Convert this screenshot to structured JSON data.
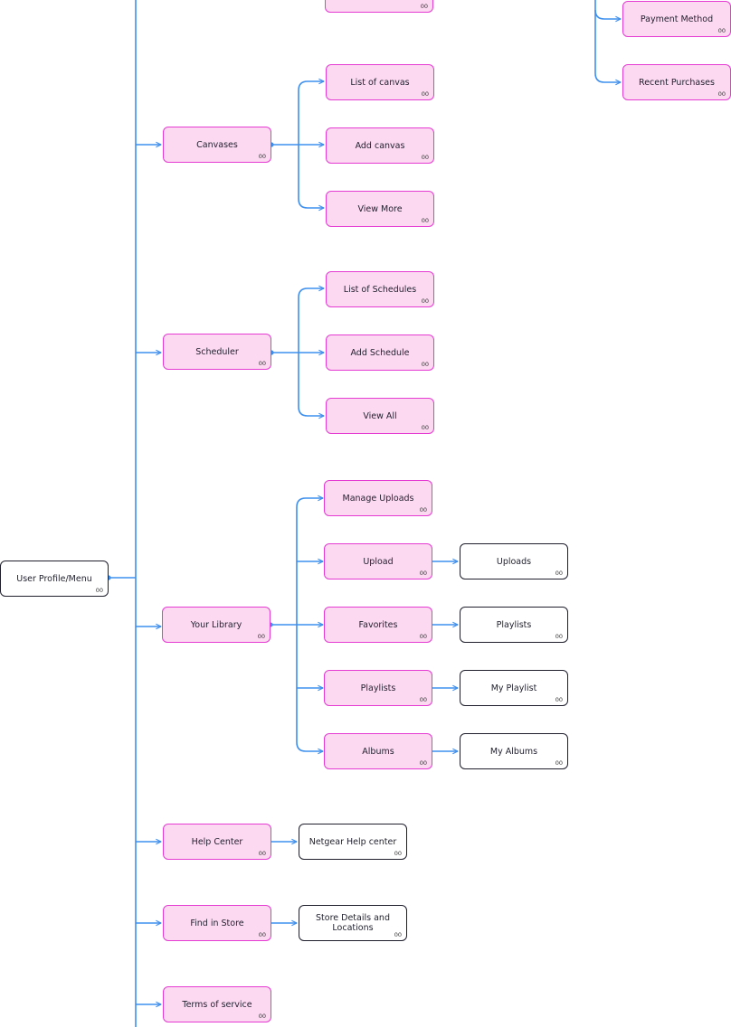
{
  "colors": {
    "connector": "#3d8fef",
    "pink_fill": "#fcd9f1",
    "pink_border": "#e63bd3",
    "white_border": "#1e1e2c"
  },
  "nodes": {
    "root": {
      "label": "User Profile/Menu",
      "num": "00"
    },
    "top_cut": {
      "label": "",
      "num": "00"
    },
    "payment_method": {
      "label": "Payment Method",
      "num": "00"
    },
    "recent_purchases": {
      "label": "Recent Purchases",
      "num": "00"
    },
    "canvases": {
      "label": "Canvases",
      "num": "00"
    },
    "list_of_canvas": {
      "label": "List of canvas",
      "num": "00"
    },
    "add_canvas": {
      "label": "Add canvas",
      "num": "00"
    },
    "view_more": {
      "label": "View More",
      "num": "00"
    },
    "scheduler": {
      "label": "Scheduler",
      "num": "00"
    },
    "list_of_schedules": {
      "label": "List of Schedules",
      "num": "00"
    },
    "add_schedule": {
      "label": "Add Schedule",
      "num": "00"
    },
    "view_all": {
      "label": "View All",
      "num": "00"
    },
    "your_library": {
      "label": "Your Library",
      "num": "00"
    },
    "manage_uploads": {
      "label": "Manage Uploads",
      "num": "00"
    },
    "upload": {
      "label": "Upload",
      "num": "00"
    },
    "uploads": {
      "label": "Uploads",
      "num": "00"
    },
    "favorites": {
      "label": "Favorites",
      "num": "00"
    },
    "playlists_fav": {
      "label": "Playlists",
      "num": "00"
    },
    "playlists": {
      "label": "Playlists",
      "num": "00"
    },
    "my_playlist": {
      "label": "My Playlist",
      "num": "00"
    },
    "albums": {
      "label": "Albums",
      "num": "00"
    },
    "my_albums": {
      "label": "My Albums",
      "num": "00"
    },
    "help_center": {
      "label": "Help Center",
      "num": "00"
    },
    "netgear_help": {
      "label": "Netgear Help center",
      "num": "00"
    },
    "find_in_store": {
      "label": "Find in Store",
      "num": "00"
    },
    "store_details": {
      "label": "Store Details and Locations",
      "num": "00"
    },
    "terms": {
      "label": "Terms of service",
      "num": "00"
    }
  }
}
